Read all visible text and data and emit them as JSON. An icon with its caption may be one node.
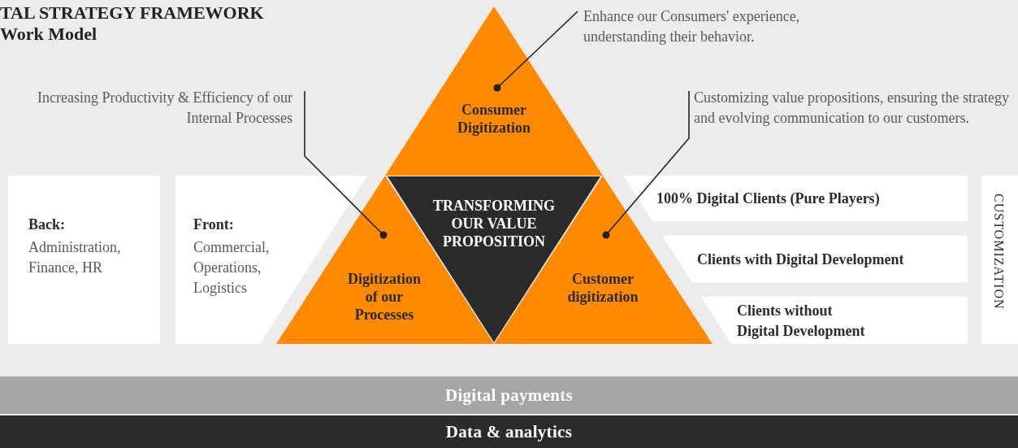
{
  "diagram": {
    "title": "TAL STRATEGY FRAMEWORK",
    "nodes": [
      {
        "text": [
          "Back:",
          "Administration, Finance, HR"
        ]
      },
      {
        "text": [
          "Front:",
          "Commercial, Operations, Logistics"
        ]
      },
      {
        "text": [
          "Consumer Digitization"
        ]
      },
      {
        "text": [
          "Digitization of our Processes"
        ]
      },
      {
        "text": [
          "TRANSFORMING OUR VALUE PROPOSITION"
        ]
      },
      {
        "text": [
          "Customer digitization"
        ]
      },
      {
        "text": [
          "100% Digital Clients (Pure Players)"
        ]
      },
      {
        "text": [
          "Clients with Digital Development"
        ]
      },
      {
        "text": [
          "Clients without Digital Development"
        ]
      },
      {
        "text": [
          "CUSTOMIZATION"
        ]
      },
      {
        "text": [
          "Digital payments"
        ]
      },
      {
        "text": [
          "Data & analytics"
        ]
      },
      {
        "text": [
          "Enhance our Consumers' experience, understanding their behavior."
        ]
      },
      {
        "text": [
          "Increasing Productivity & Efficiency of our Internal Processes"
        ]
      },
      {
        "text": [
          "Customizing value propositions, ensuring the strategy and evolving communication to our customers."
        ]
      }
    ],
    "edges": [
      {
        "from": 12,
        "to": 2,
        "arrow": "other"
      },
      {
        "from": 13,
        "to": 3,
        "arrow": "other"
      },
      {
        "from": 14,
        "to": 5,
        "arrow": "other"
      }
    ],
    "labels": [
      "Work Model"
    ]
  }
}
